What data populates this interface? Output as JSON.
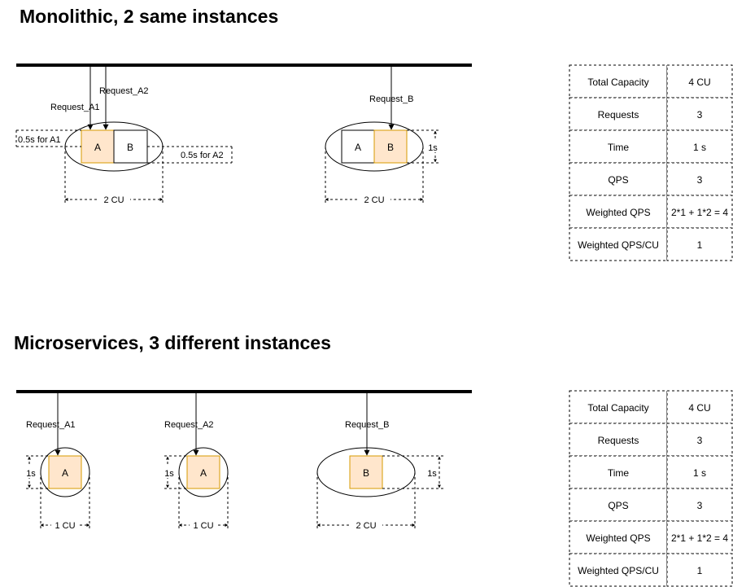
{
  "colors": {
    "highlight_fill": "#ffe6cc",
    "highlight_stroke": "#d79b00",
    "line": "#000000",
    "background": "#ffffff"
  },
  "monolithic": {
    "title": "Monolithic, 2 same instances",
    "request_a1": "Request_A1",
    "request_a2": "Request_A2",
    "request_b": "Request_B",
    "time_a1": "0.5s for A1",
    "time_a2": "0.5s  for A2",
    "time_b": "1s",
    "instance1": {
      "box1": "A",
      "box2": "B",
      "width": "2 CU"
    },
    "instance2": {
      "box1": "A",
      "box2": "B",
      "width": "2 CU"
    },
    "table": [
      {
        "label": "Total Capacity",
        "value": "4 CU"
      },
      {
        "label": "Requests",
        "value": "3"
      },
      {
        "label": "Time",
        "value": "1 s"
      },
      {
        "label": "QPS",
        "value": "3"
      },
      {
        "label": "Weighted QPS",
        "value": "2*1 + 1*2 = 4"
      },
      {
        "label": "Weighted QPS/CU",
        "value": "1"
      }
    ]
  },
  "microservices": {
    "title": "Microservices, 3 different instances",
    "request_a1": "Request_A1",
    "request_a2": "Request_A2",
    "request_b": "Request_B",
    "instance1": {
      "box": "A",
      "time": "1s",
      "width": "1 CU"
    },
    "instance2": {
      "box": "A",
      "time": "1s",
      "width": "1 CU"
    },
    "instance3": {
      "box": "B",
      "time": "1s",
      "width": "2 CU"
    },
    "table": [
      {
        "label": "Total Capacity",
        "value": "4 CU"
      },
      {
        "label": "Requests",
        "value": "3"
      },
      {
        "label": "Time",
        "value": "1 s"
      },
      {
        "label": "QPS",
        "value": "3"
      },
      {
        "label": "Weighted QPS",
        "value": "2*1 + 1*2 = 4"
      },
      {
        "label": "Weighted QPS/CU",
        "value": "1"
      }
    ]
  }
}
